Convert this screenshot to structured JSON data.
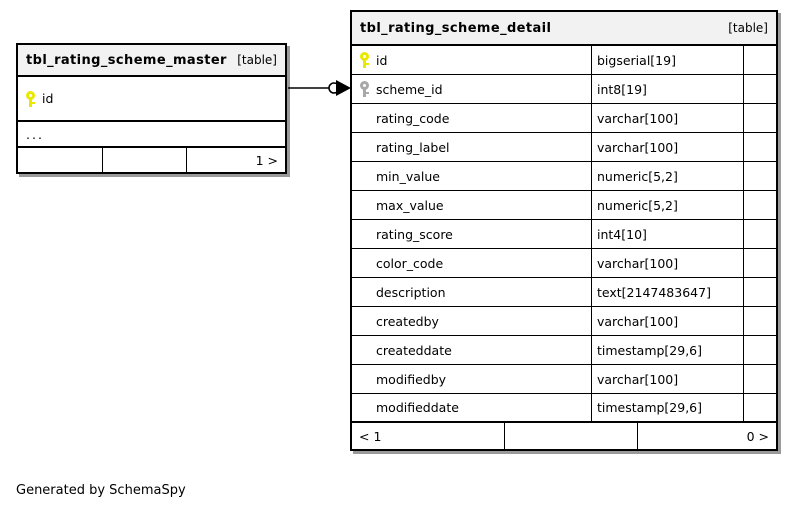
{
  "diagram": {
    "credit": "Generated by SchemaSpy",
    "table_kind_label": "[table]",
    "ellipsis": "...",
    "connector": {
      "source_end_symbol": "zero-circle",
      "target_end_symbol": "crowsfoot-arrow",
      "line_color": "#000000"
    },
    "colors": {
      "primary_key": "#e8e800",
      "foreign_key": "#a8a8a8",
      "header_background": "#f2f2f2",
      "border": "#000000",
      "shadow": "#9a9a9a",
      "background": "#ffffff"
    }
  },
  "tables": [
    {
      "id": "master",
      "name": "tbl_rating_scheme_master",
      "kind": "[table]",
      "columns": [
        {
          "name": "id",
          "type": "",
          "key": "primary",
          "extra": ""
        }
      ],
      "has_ellipsis_row": true,
      "footer": {
        "left": "",
        "middle": "",
        "right": "1 >"
      }
    },
    {
      "id": "detail",
      "name": "tbl_rating_scheme_detail",
      "kind": "[table]",
      "columns": [
        {
          "name": "id",
          "type": "bigserial[19]",
          "key": "primary",
          "extra": ""
        },
        {
          "name": "scheme_id",
          "type": "int8[19]",
          "key": "foreign",
          "extra": ""
        },
        {
          "name": "rating_code",
          "type": "varchar[100]",
          "key": "none",
          "extra": ""
        },
        {
          "name": "rating_label",
          "type": "varchar[100]",
          "key": "none",
          "extra": ""
        },
        {
          "name": "min_value",
          "type": "numeric[5,2]",
          "key": "none",
          "extra": ""
        },
        {
          "name": "max_value",
          "type": "numeric[5,2]",
          "key": "none",
          "extra": ""
        },
        {
          "name": "rating_score",
          "type": "int4[10]",
          "key": "none",
          "extra": ""
        },
        {
          "name": "color_code",
          "type": "varchar[100]",
          "key": "none",
          "extra": ""
        },
        {
          "name": "description",
          "type": "text[2147483647]",
          "key": "none",
          "extra": ""
        },
        {
          "name": "createdby",
          "type": "varchar[100]",
          "key": "none",
          "extra": ""
        },
        {
          "name": "createddate",
          "type": "timestamp[29,6]",
          "key": "none",
          "extra": ""
        },
        {
          "name": "modifiedby",
          "type": "varchar[100]",
          "key": "none",
          "extra": ""
        },
        {
          "name": "modifieddate",
          "type": "timestamp[29,6]",
          "key": "none",
          "extra": ""
        }
      ],
      "has_ellipsis_row": false,
      "footer": {
        "left": "< 1",
        "middle": "",
        "right": "0 >"
      }
    }
  ]
}
